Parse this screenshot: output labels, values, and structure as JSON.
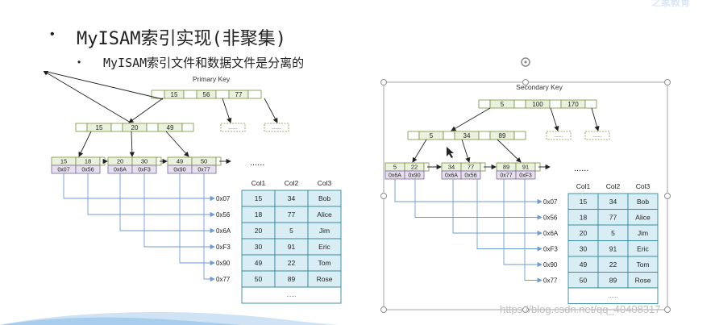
{
  "slide": {
    "title": "MyISAM索引实现(非聚集)",
    "subtitle": "MyISAM索引文件和数据文件是分离的",
    "bullet_main": "•",
    "bullet_sub": "•",
    "watermark": "https://blog.csdn.net/qq_40408317",
    "corner_logo": "之家教育"
  },
  "colors": {
    "key_cell": "#eaf1dd",
    "key_border": "#77933c",
    "ptr_cell": "#e5e0ec",
    "ptr_border": "#8064a2",
    "table_cell": "#d9eef4",
    "table_border": "#31859c",
    "arrow": "#6e9bd3"
  },
  "primary": {
    "title": "Primary Key",
    "root_keys": [
      "15",
      "56",
      "77"
    ],
    "level2_keys": [
      "15",
      "20",
      "49"
    ],
    "leaves": [
      {
        "keys": [
          "15",
          "18"
        ],
        "ptrs": [
          "0x07",
          "0x56"
        ]
      },
      {
        "keys": [
          "20",
          "30"
        ],
        "ptrs": [
          "0x6A",
          "0xF3"
        ]
      },
      {
        "keys": [
          "49",
          "50"
        ],
        "ptrs": [
          "0x90",
          "0x77"
        ]
      }
    ],
    "ellipsis": "......",
    "ellipsis_small": "......",
    "addresses": [
      "0x07",
      "0x56",
      "0x6A",
      "0xF3",
      "0x90",
      "0x77"
    ],
    "table_headers": [
      "Col1",
      "Col2",
      "Col3"
    ],
    "rows": [
      [
        "15",
        "34",
        "Bob"
      ],
      [
        "18",
        "77",
        "Alice"
      ],
      [
        "20",
        "5",
        "Jim"
      ],
      [
        "30",
        "91",
        "Eric"
      ],
      [
        "49",
        "22",
        "Tom"
      ],
      [
        "50",
        "89",
        "Rose"
      ]
    ],
    "table_more": "......"
  },
  "secondary": {
    "title": "Secondary Key",
    "root_keys": [
      "5",
      "100",
      "170"
    ],
    "level2_keys": [
      "5",
      "34",
      "89"
    ],
    "leaves": [
      {
        "keys": [
          "5",
          "22"
        ],
        "ptrs": [
          "0x6A",
          "0x90"
        ]
      },
      {
        "keys": [
          "34",
          "77"
        ],
        "ptrs": [
          "0x6A",
          "0x56"
        ]
      },
      {
        "keys": [
          "89",
          "91"
        ],
        "ptrs": [
          "0x77",
          "0xF3"
        ]
      }
    ],
    "ellipsis": "......",
    "ellipsis_small": "......",
    "addresses": [
      "0x07",
      "0x56",
      "0x6A",
      "0xF3",
      "0x90",
      "0x77"
    ],
    "table_headers": [
      "Col1",
      "Col2",
      "Col3"
    ],
    "rows": [
      [
        "15",
        "34",
        "Bob"
      ],
      [
        "18",
        "77",
        "Alice"
      ],
      [
        "20",
        "5",
        "Jim"
      ],
      [
        "30",
        "91",
        "Eric"
      ],
      [
        "49",
        "22",
        "Tom"
      ],
      [
        "50",
        "89",
        "Rose"
      ]
    ],
    "table_more": "......"
  }
}
